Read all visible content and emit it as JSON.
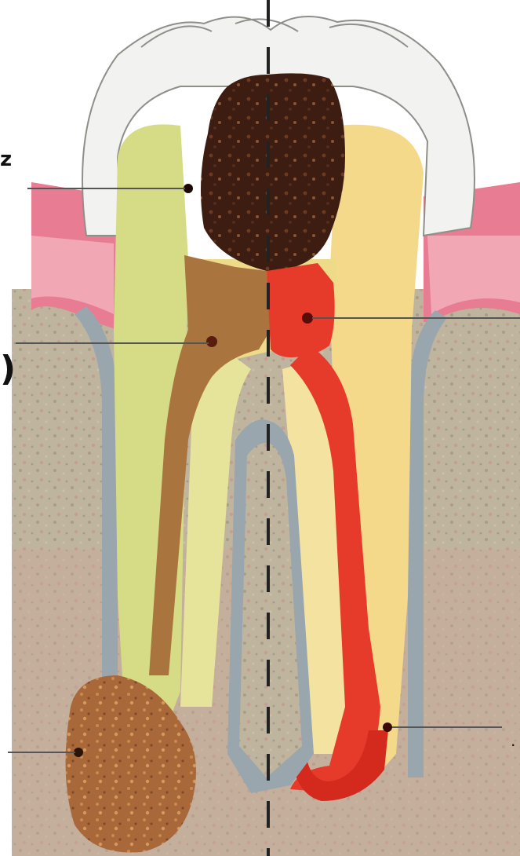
{
  "diagram": {
    "subject": "tooth-cross-section",
    "layers": [
      "enamel",
      "dentin",
      "pulp-healthy",
      "pulp-infected",
      "gum",
      "bone",
      "cortical-bone",
      "caries-lesion",
      "periapical-abscess"
    ],
    "colors": {
      "enamel": "#f2f2f0",
      "enamel_shade": "#b8b8b4",
      "dentin_yellow": "#f5d98a",
      "dentin_green": "#d6dc86",
      "pulp_red": "#e63a2a",
      "pulp_dark_red": "#b5221a",
      "infected_pulp": "#a9743e",
      "caries": "#3d1c12",
      "caries_spots": "#7a4a2a",
      "gum": "#e77c92",
      "gum_light": "#f2a7b5",
      "bone": "#bfb49e",
      "bone_pink": "#c9a69a",
      "cortical": "#9aa6ad",
      "abscess": "#b0703a",
      "leader_line": "#555555",
      "midline": "#222222"
    }
  },
  "edge_marks": {
    "left_top": "z",
    "left_mid": ")",
    "right_bottom": "."
  }
}
